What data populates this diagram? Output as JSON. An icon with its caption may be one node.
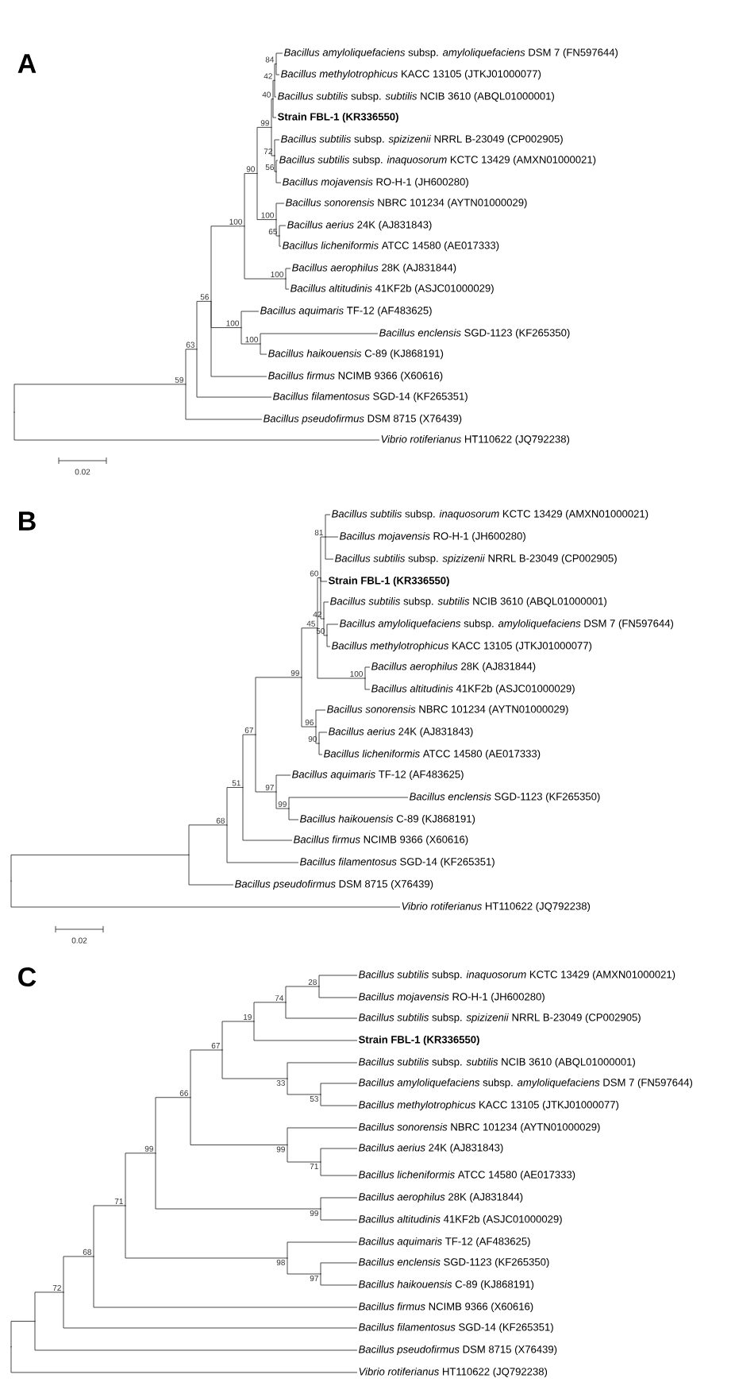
{
  "diagram": {
    "nodes": [
      {
        "text": [
          "*Bacillus amyloliquefaciens* subsp. *amyloliquefaciens* DSM 7 (FN597644)"
        ]
      },
      {
        "text": [
          "*Bacillus methylotrophicus* KACC 13105 (JTKJ01000077)"
        ]
      },
      {
        "text": [
          "*Bacillus subtilis* subsp. *subtilis* NCIB 3610 (ABQL01000001)"
        ]
      },
      {
        "text": [
          "Strain FBL-1 (KR336550)"
        ]
      },
      {
        "text": [
          "*Bacillus subtilis* subsp. *spizizenii* NRRL B-23049 (CP002905)"
        ]
      },
      {
        "text": [
          "*Bacillus subtilis* subsp. *inaquosorum* KCTC 13429 (AMXN01000021)"
        ]
      },
      {
        "text": [
          "*Bacillus mojavensis* RO-H-1 (JH600280)"
        ]
      },
      {
        "text": [
          "*Bacillus sonorensis* NBRC 101234 (AYTN01000029)"
        ]
      },
      {
        "text": [
          "*Bacillus aerius* 24K (AJ831843)"
        ]
      },
      {
        "text": [
          "*Bacillus licheniformis* ATCC 14580 (AE017333)"
        ]
      },
      {
        "text": [
          "*Bacillus aerophilus* 28K (AJ831844)"
        ]
      },
      {
        "text": [
          "*Bacillus altitudinis* 41KF2b (ASJC01000029)"
        ]
      },
      {
        "text": [
          "*Bacillus aquimaris* TF-12 (AF483625)"
        ]
      },
      {
        "text": [
          "*Bacillus enclensis* SGD-1123 (KF265350)"
        ]
      },
      {
        "text": [
          "*Bacillus haikouensis* C-89 (KJ868191)"
        ]
      },
      {
        "text": [
          "*Bacillus firmus* NCIMB 9366 (X60616)"
        ]
      },
      {
        "text": [
          "*Bacillus filamentosus* SGD-14 (KF265351)"
        ]
      },
      {
        "text": [
          "*Bacillus pseudofirmus* DSM 8715 (X76439)"
        ]
      },
      {
        "text": [
          "*Vibrio rotiferianus* HT110622 (JQ792238)"
        ]
      },
      {
        "text": [],
        "shape": "point",
        "beside": [
          "84"
        ]
      },
      {
        "text": [],
        "shape": "point",
        "beside": [
          "42"
        ]
      },
      {
        "text": [],
        "shape": "point",
        "beside": [
          "40"
        ]
      },
      {
        "text": [],
        "shape": "point",
        "beside": [
          "56"
        ]
      },
      {
        "text": [],
        "shape": "point",
        "beside": [
          "72"
        ]
      },
      {
        "text": [],
        "shape": "point",
        "beside": [
          "99"
        ]
      },
      {
        "text": [],
        "shape": "point",
        "beside": [
          "65"
        ]
      },
      {
        "text": [],
        "shape": "point",
        "beside": [
          "100"
        ]
      },
      {
        "text": [],
        "shape": "point",
        "beside": [
          "90"
        ]
      },
      {
        "text": [],
        "shape": "point",
        "beside": [
          "100"
        ]
      },
      {
        "text": [],
        "shape": "point",
        "beside": [
          "100"
        ]
      },
      {
        "text": [],
        "shape": "point",
        "beside": [
          "100"
        ]
      },
      {
        "text": [],
        "shape": "point",
        "beside": [
          "100"
        ]
      },
      {
        "text": [],
        "shape": "point",
        "beside": [
          "56"
        ]
      },
      {
        "text": [],
        "shape": "point",
        "beside": [
          "63"
        ]
      },
      {
        "text": [],
        "shape": "point",
        "beside": [
          "59"
        ]
      },
      {
        "text": [],
        "shape": "point"
      },
      {
        "text": [
          "*Bacillus subtilis* subsp. *inaquosorum* KCTC 13429 (AMXN01000021)"
        ]
      },
      {
        "text": [
          "*Bacillus mojavensis* RO-H-1 (JH600280)"
        ]
      },
      {
        "text": [
          "*Bacillus subtilis* subsp. *spizizenii* NRRL B-23049 (CP002905)"
        ]
      },
      {
        "text": [
          "Strain FBL-1 (KR336550)"
        ]
      },
      {
        "text": [
          "*Bacillus subtilis* subsp. *subtilis* NCIB 3610 (ABQL01000001)"
        ]
      },
      {
        "text": [
          "*Bacillus amyloliquefaciens* subsp. *amyloliquefaciens* DSM 7 (FN597644)"
        ]
      },
      {
        "text": [
          "*Bacillus methylotrophicus* KACC 13105 (JTKJ01000077)"
        ]
      },
      {
        "text": [
          "*Bacillus aerophilus* 28K (AJ831844)"
        ]
      },
      {
        "text": [
          "*Bacillus altitudinis* 41KF2b (ASJC01000029)"
        ]
      },
      {
        "text": [
          "*Bacillus sonorensis* NBRC 101234 (AYTN01000029)"
        ]
      },
      {
        "text": [
          "*Bacillus aerius* 24K (AJ831843)"
        ]
      },
      {
        "text": [
          "*Bacillus licheniformis* ATCC 14580 (AE017333)"
        ]
      },
      {
        "text": [
          "*Bacillus aquimaris* TF-12 (AF483625)"
        ]
      },
      {
        "text": [
          "*Bacillus enclensis* SGD-1123 (KF265350)"
        ]
      },
      {
        "text": [
          "*Bacillus haikouensis* C-89 (KJ868191)"
        ]
      },
      {
        "text": [
          "*Bacillus firmus* NCIMB 9366 (X60616)"
        ]
      },
      {
        "text": [
          "*Bacillus filamentosus* SGD-14 (KF265351)"
        ]
      },
      {
        "text": [
          "*Bacillus pseudofirmus* DSM 8715 (X76439)"
        ]
      },
      {
        "text": [
          "*Vibrio rotiferianus* HT110622 (JQ792238)"
        ]
      },
      {
        "text": [],
        "shape": "point",
        "beside": [
          "81"
        ]
      },
      {
        "text": [],
        "shape": "point",
        "beside": [
          "50"
        ]
      },
      {
        "text": [],
        "shape": "point",
        "beside": [
          "42"
        ]
      },
      {
        "text": [],
        "shape": "point",
        "beside": [
          "60"
        ]
      },
      {
        "text": [],
        "shape": "point",
        "beside": [
          "100"
        ]
      },
      {
        "text": [],
        "shape": "point",
        "beside": [
          "45"
        ]
      },
      {
        "text": [],
        "shape": "point",
        "beside": [
          "90"
        ]
      },
      {
        "text": [],
        "shape": "point",
        "beside": [
          "96"
        ]
      },
      {
        "text": [],
        "shape": "point",
        "beside": [
          "99"
        ]
      },
      {
        "text": [],
        "shape": "point",
        "beside": [
          "99"
        ]
      },
      {
        "text": [],
        "shape": "point",
        "beside": [
          "97"
        ]
      },
      {
        "text": [],
        "shape": "point",
        "beside": [
          "67"
        ]
      },
      {
        "text": [],
        "shape": "point",
        "beside": [
          "51"
        ]
      },
      {
        "text": [],
        "shape": "point",
        "beside": [
          "68"
        ]
      },
      {
        "text": [],
        "shape": "point"
      },
      {
        "text": [],
        "shape": "point"
      },
      {
        "text": [
          "*Bacillus subtilis* subsp. *inaquosorum* KCTC 13429 (AMXN01000021)"
        ]
      },
      {
        "text": [
          "*Bacillus mojavensis* RO-H-1 (JH600280)"
        ]
      },
      {
        "text": [
          "*Bacillus subtilis* subsp. *spizizenii* NRRL B-23049 (CP002905)"
        ]
      },
      {
        "text": [
          "Strain FBL-1 (KR336550)"
        ]
      },
      {
        "text": [
          "*Bacillus subtilis* subsp. *subtilis* NCIB 3610 (ABQL01000001)"
        ]
      },
      {
        "text": [
          "*Bacillus amyloliquefaciens* subsp. *amyloliquefaciens* DSM 7 (FN597644)"
        ]
      },
      {
        "text": [
          "*Bacillus methylotrophicus* KACC 13105 (JTKJ01000077)"
        ]
      },
      {
        "text": [
          "*Bacillus sonorensis* NBRC 101234 (AYTN01000029)"
        ]
      },
      {
        "text": [
          "*Bacillus aerius* 24K (AJ831843)"
        ]
      },
      {
        "text": [
          "*Bacillus licheniformis* ATCC 14580 (AE017333)"
        ]
      },
      {
        "text": [
          "*Bacillus aerophilus* 28K (AJ831844)"
        ]
      },
      {
        "text": [
          "*Bacillus altitudinis* 41KF2b (ASJC01000029)"
        ]
      },
      {
        "text": [
          "*Bacillus aquimaris* TF-12 (AF483625)"
        ]
      },
      {
        "text": [
          "*Bacillus enclensis* SGD-1123 (KF265350)"
        ]
      },
      {
        "text": [
          "*Bacillus haikouensis* C-89 (KJ868191)"
        ]
      },
      {
        "text": [
          "*Bacillus firmus* NCIMB 9366 (X60616)"
        ]
      },
      {
        "text": [
          "*Bacillus filamentosus* SGD-14 (KF265351)"
        ]
      },
      {
        "text": [
          "*Bacillus pseudofirmus* DSM 8715 (X76439)"
        ]
      },
      {
        "text": [
          "*Vibrio rotiferianus* HT110622 (JQ792238)"
        ]
      },
      {
        "text": [],
        "shape": "point",
        "beside": [
          "28"
        ]
      },
      {
        "text": [],
        "shape": "point",
        "beside": [
          "74"
        ]
      },
      {
        "text": [],
        "shape": "point",
        "beside": [
          "19"
        ]
      },
      {
        "text": [],
        "shape": "point",
        "beside": [
          "53"
        ]
      },
      {
        "text": [],
        "shape": "point",
        "beside": [
          "33"
        ]
      },
      {
        "text": [],
        "shape": "point",
        "beside": [
          "67"
        ]
      },
      {
        "text": [],
        "shape": "point",
        "beside": [
          "71"
        ]
      },
      {
        "text": [],
        "shape": "point",
        "beside": [
          "99"
        ]
      },
      {
        "text": [],
        "shape": "point",
        "beside": [
          "66"
        ]
      },
      {
        "text": [],
        "shape": "point",
        "beside": [
          "99"
        ]
      },
      {
        "text": [],
        "shape": "point",
        "beside": [
          "99"
        ]
      },
      {
        "text": [],
        "shape": "point",
        "beside": [
          "97"
        ]
      },
      {
        "text": [],
        "shape": "point",
        "beside": [
          "98"
        ]
      },
      {
        "text": [],
        "shape": "point",
        "beside": [
          "71"
        ]
      },
      {
        "text": [],
        "shape": "point",
        "beside": [
          "68"
        ]
      },
      {
        "text": [],
        "shape": "point",
        "beside": [
          "72"
        ]
      },
      {
        "text": [],
        "shape": "point"
      },
      {
        "text": [],
        "shape": "point"
      }
    ],
    "edges": [
      {
        "from": 19,
        "to": 0,
        "arrow": "none"
      },
      {
        "from": 19,
        "to": 1,
        "arrow": "none"
      },
      {
        "from": 20,
        "to": 19,
        "arrow": "none"
      },
      {
        "from": 20,
        "to": 2,
        "arrow": "none"
      },
      {
        "from": 21,
        "to": 20,
        "arrow": "none"
      },
      {
        "from": 21,
        "to": 3,
        "arrow": "none"
      },
      {
        "from": 22,
        "to": 5,
        "arrow": "none"
      },
      {
        "from": 22,
        "to": 6,
        "arrow": "none"
      },
      {
        "from": 23,
        "to": 4,
        "arrow": "none"
      },
      {
        "from": 23,
        "to": 22,
        "arrow": "none"
      },
      {
        "from": 24,
        "to": 21,
        "arrow": "none"
      },
      {
        "from": 24,
        "to": 23,
        "arrow": "none"
      },
      {
        "from": 25,
        "to": 8,
        "arrow": "none"
      },
      {
        "from": 25,
        "to": 9,
        "arrow": "none"
      },
      {
        "from": 26,
        "to": 7,
        "arrow": "none"
      },
      {
        "from": 26,
        "to": 25,
        "arrow": "none"
      },
      {
        "from": 27,
        "to": 24,
        "arrow": "none"
      },
      {
        "from": 27,
        "to": 26,
        "arrow": "none"
      },
      {
        "from": 28,
        "to": 10,
        "arrow": "none"
      },
      {
        "from": 28,
        "to": 11,
        "arrow": "none"
      },
      {
        "from": 29,
        "to": 27,
        "arrow": "none"
      },
      {
        "from": 29,
        "to": 28,
        "arrow": "none"
      },
      {
        "from": 30,
        "to": 13,
        "arrow": "none"
      },
      {
        "from": 30,
        "to": 14,
        "arrow": "none"
      },
      {
        "from": 31,
        "to": 12,
        "arrow": "none"
      },
      {
        "from": 31,
        "to": 30,
        "arrow": "none"
      },
      {
        "from": 32,
        "to": 29,
        "arrow": "none"
      },
      {
        "from": 32,
        "to": 31,
        "arrow": "none"
      },
      {
        "from": 32,
        "to": 15,
        "arrow": "none"
      },
      {
        "from": 33,
        "to": 32,
        "arrow": "none"
      },
      {
        "from": 33,
        "to": 16,
        "arrow": "none"
      },
      {
        "from": 34,
        "to": 33,
        "arrow": "none"
      },
      {
        "from": 34,
        "to": 17,
        "arrow": "none"
      },
      {
        "from": 35,
        "to": 34,
        "arrow": "none"
      },
      {
        "from": 35,
        "to": 18,
        "arrow": "none"
      },
      {
        "from": 55,
        "to": 36,
        "arrow": "none"
      },
      {
        "from": 55,
        "to": 37,
        "arrow": "none"
      },
      {
        "from": 55,
        "to": 38,
        "arrow": "none"
      },
      {
        "from": 56,
        "to": 41,
        "arrow": "none"
      },
      {
        "from": 56,
        "to": 42,
        "arrow": "none"
      },
      {
        "from": 57,
        "to": 40,
        "arrow": "none"
      },
      {
        "from": 57,
        "to": 56,
        "arrow": "none"
      },
      {
        "from": 58,
        "to": 55,
        "arrow": "none"
      },
      {
        "from": 58,
        "to": 39,
        "arrow": "none"
      },
      {
        "from": 58,
        "to": 57,
        "arrow": "none"
      },
      {
        "from": 59,
        "to": 43,
        "arrow": "none"
      },
      {
        "from": 59,
        "to": 44,
        "arrow": "none"
      },
      {
        "from": 60,
        "to": 58,
        "arrow": "none"
      },
      {
        "from": 60,
        "to": 59,
        "arrow": "none"
      },
      {
        "from": 61,
        "to": 46,
        "arrow": "none"
      },
      {
        "from": 61,
        "to": 47,
        "arrow": "none"
      },
      {
        "from": 62,
        "to": 45,
        "arrow": "none"
      },
      {
        "from": 62,
        "to": 61,
        "arrow": "none"
      },
      {
        "from": 63,
        "to": 60,
        "arrow": "none"
      },
      {
        "from": 63,
        "to": 62,
        "arrow": "none"
      },
      {
        "from": 64,
        "to": 49,
        "arrow": "none"
      },
      {
        "from": 64,
        "to": 50,
        "arrow": "none"
      },
      {
        "from": 65,
        "to": 48,
        "arrow": "none"
      },
      {
        "from": 65,
        "to": 64,
        "arrow": "none"
      },
      {
        "from": 66,
        "to": 63,
        "arrow": "none"
      },
      {
        "from": 66,
        "to": 65,
        "arrow": "none"
      },
      {
        "from": 67,
        "to": 66,
        "arrow": "none"
      },
      {
        "from": 67,
        "to": 51,
        "arrow": "none"
      },
      {
        "from": 68,
        "to": 67,
        "arrow": "none"
      },
      {
        "from": 68,
        "to": 52,
        "arrow": "none"
      },
      {
        "from": 69,
        "to": 68,
        "arrow": "none"
      },
      {
        "from": 69,
        "to": 53,
        "arrow": "none"
      },
      {
        "from": 70,
        "to": 69,
        "arrow": "none"
      },
      {
        "from": 70,
        "to": 54,
        "arrow": "none"
      },
      {
        "from": 90,
        "to": 71,
        "arrow": "none"
      },
      {
        "from": 90,
        "to": 72,
        "arrow": "none"
      },
      {
        "from": 91,
        "to": 90,
        "arrow": "none"
      },
      {
        "from": 91,
        "to": 73,
        "arrow": "none"
      },
      {
        "from": 92,
        "to": 91,
        "arrow": "none"
      },
      {
        "from": 92,
        "to": 74,
        "arrow": "none"
      },
      {
        "from": 93,
        "to": 76,
        "arrow": "none"
      },
      {
        "from": 93,
        "to": 77,
        "arrow": "none"
      },
      {
        "from": 94,
        "to": 75,
        "arrow": "none"
      },
      {
        "from": 94,
        "to": 93,
        "arrow": "none"
      },
      {
        "from": 95,
        "to": 92,
        "arrow": "none"
      },
      {
        "from": 95,
        "to": 94,
        "arrow": "none"
      },
      {
        "from": 96,
        "to": 79,
        "arrow": "none"
      },
      {
        "from": 96,
        "to": 80,
        "arrow": "none"
      },
      {
        "from": 97,
        "to": 78,
        "arrow": "none"
      },
      {
        "from": 97,
        "to": 96,
        "arrow": "none"
      },
      {
        "from": 98,
        "to": 95,
        "arrow": "none"
      },
      {
        "from": 98,
        "to": 97,
        "arrow": "none"
      },
      {
        "from": 99,
        "to": 81,
        "arrow": "none"
      },
      {
        "from": 99,
        "to": 82,
        "arrow": "none"
      },
      {
        "from": 100,
        "to": 98,
        "arrow": "none"
      },
      {
        "from": 100,
        "to": 99,
        "arrow": "none"
      },
      {
        "from": 101,
        "to": 84,
        "arrow": "none"
      },
      {
        "from": 101,
        "to": 85,
        "arrow": "none"
      },
      {
        "from": 102,
        "to": 83,
        "arrow": "none"
      },
      {
        "from": 102,
        "to": 101,
        "arrow": "none"
      },
      {
        "from": 103,
        "to": 100,
        "arrow": "none"
      },
      {
        "from": 103,
        "to": 102,
        "arrow": "none"
      },
      {
        "from": 104,
        "to": 103,
        "arrow": "none"
      },
      {
        "from": 104,
        "to": 86,
        "arrow": "none"
      },
      {
        "from": 105,
        "to": 104,
        "arrow": "none"
      },
      {
        "from": 105,
        "to": 87,
        "arrow": "none"
      },
      {
        "from": 106,
        "to": 105,
        "arrow": "none"
      },
      {
        "from": 106,
        "to": 88,
        "arrow": "none"
      },
      {
        "from": 107,
        "to": 106,
        "arrow": "none"
      },
      {
        "from": 107,
        "to": 89,
        "arrow": "none"
      }
    ],
    "labels": [
      "A",
      "0.02",
      "B",
      "0.02",
      "C"
    ]
  }
}
